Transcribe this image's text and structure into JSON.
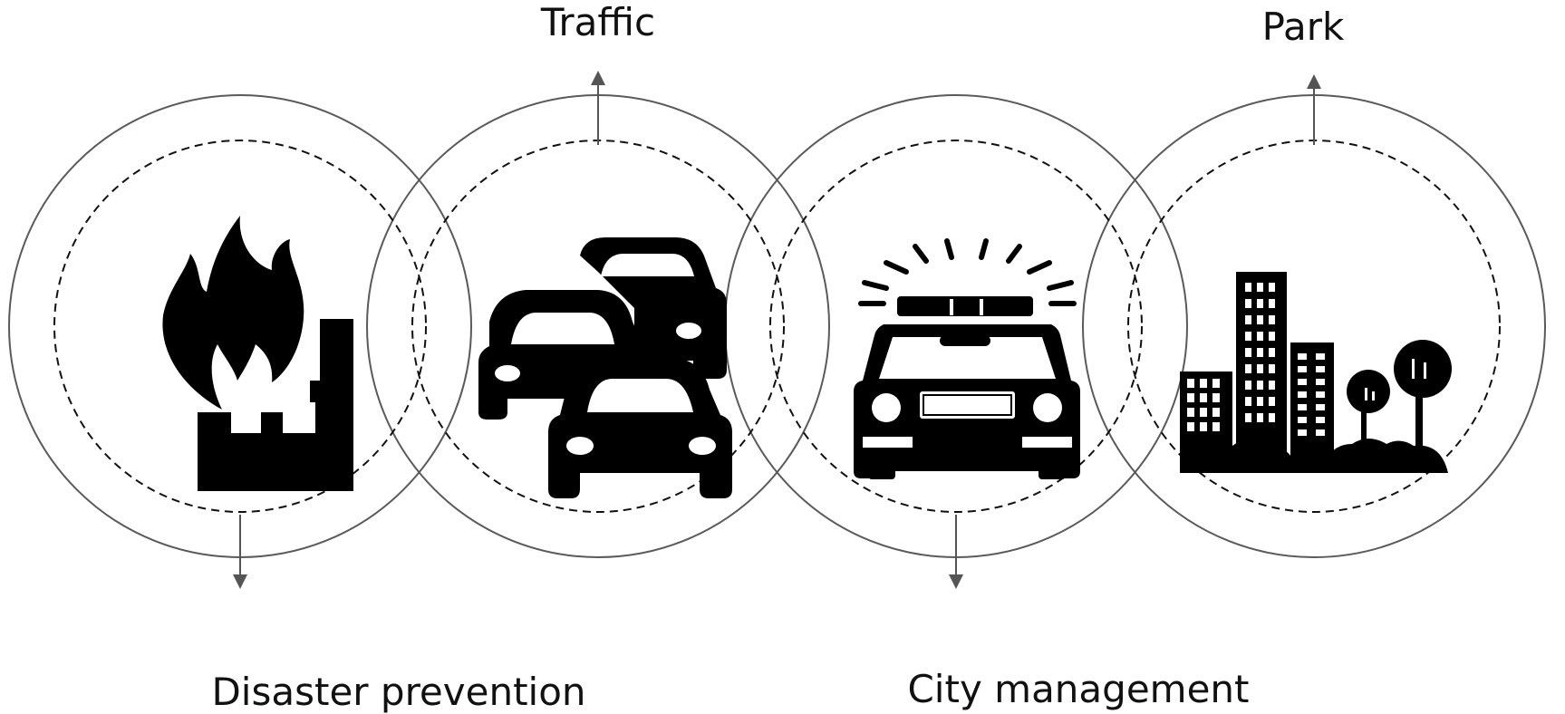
{
  "labels": {
    "traffic": "Traffic",
    "park": "Park",
    "disaster": "Disaster prevention",
    "city": "City management"
  },
  "icons": [
    "fire-building-icon",
    "traffic-cars-icon",
    "police-car-icon",
    "city-park-icon"
  ],
  "colors": {
    "outer_ring": "#5a5a5a",
    "inner_ring": "#111111",
    "arrow": "#555555",
    "icon": "#000000"
  }
}
